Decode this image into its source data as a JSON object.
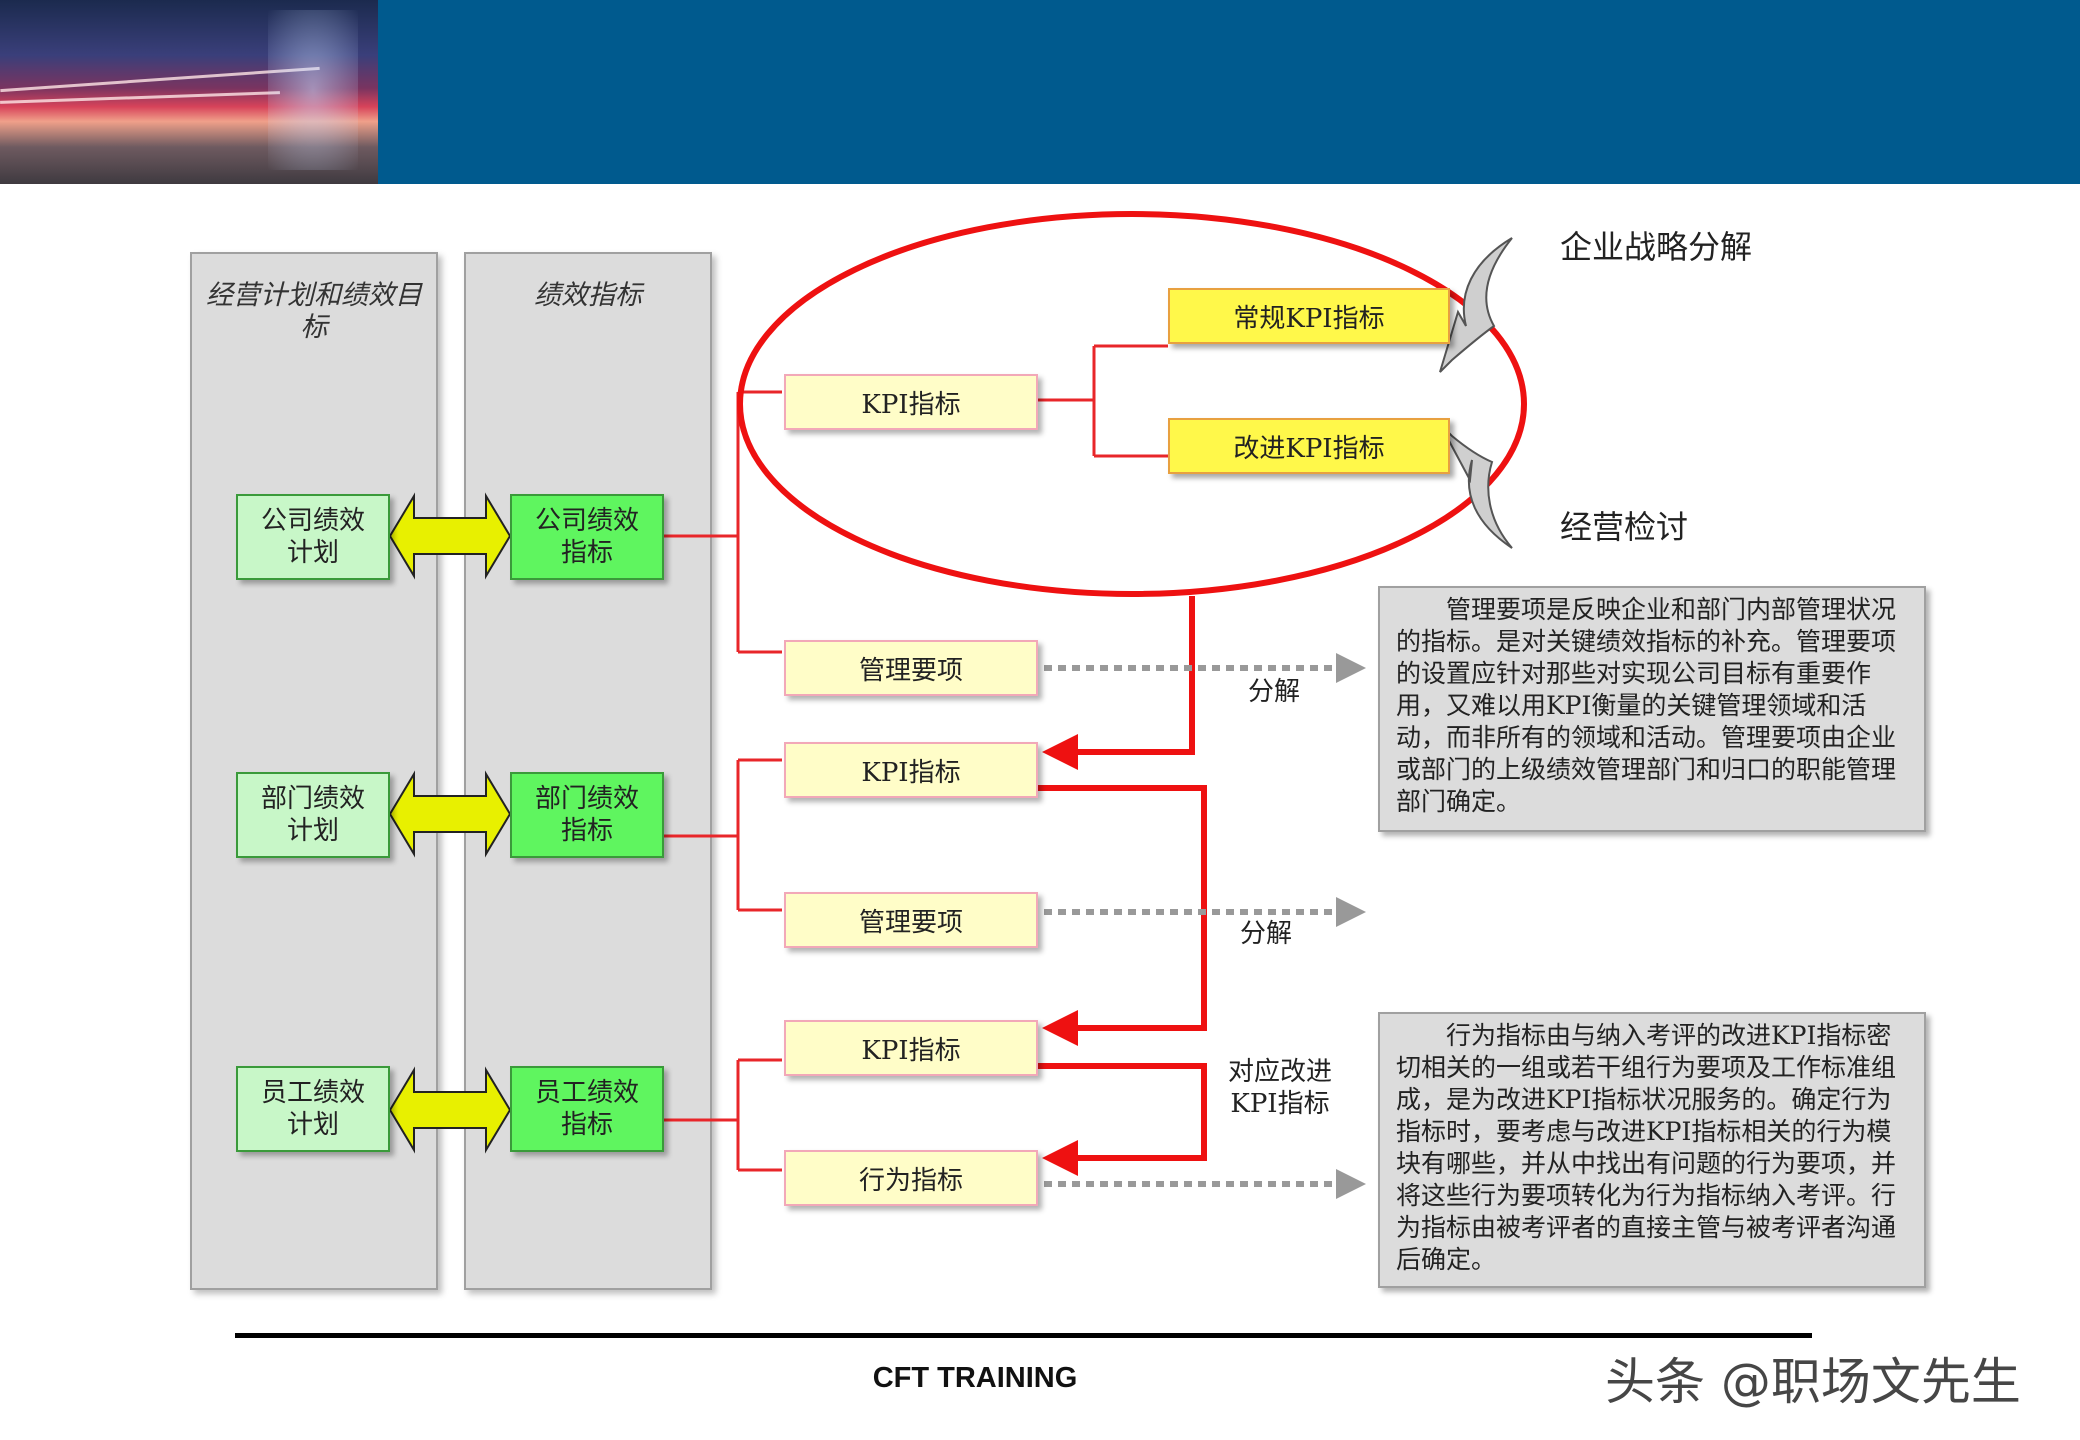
{
  "columns": {
    "plan_title": "经营计划和绩效目标",
    "indicator_title": "绩效指标"
  },
  "plans": [
    {
      "label": "公司绩效计划"
    },
    {
      "label": "部门绩效计划"
    },
    {
      "label": "员工绩效计划"
    }
  ],
  "indicators": [
    {
      "label": "公司绩效指标"
    },
    {
      "label": "部门绩效指标"
    },
    {
      "label": "员工绩效指标"
    }
  ],
  "company_items": {
    "kpi": "KPI指标",
    "mgmt": "管理要项"
  },
  "dept_items": {
    "kpi": "KPI指标",
    "mgmt": "管理要项"
  },
  "employee_items": {
    "kpi": "KPI指标",
    "behavior": "行为指标"
  },
  "kpi_types": {
    "regular": "常规KPI指标",
    "improve": "改进KPI指标"
  },
  "sources": {
    "strategy": "企业战略分解",
    "review": "经营检讨"
  },
  "labels": {
    "decompose_1": "分解",
    "decompose_2": "分解",
    "corresponding": "对应改进KPI指标"
  },
  "notes": {
    "mgmt": "管理要项是反映企业和部门内部管理状况的指标。是对关键绩效指标的补充。管理要项的设置应针对那些对实现公司目标有重要作用，又难以用KPI衡量的关键管理领域和活动，而非所有的领域和活动。管理要项由企业或部门的上级绩效管理部门和归口的职能管理部门确定。",
    "behavior": "行为指标由与纳入考评的改进KPI指标密切相关的一组或若干组行为要项及工作标准组成，是为改进KPI指标状况服务的。确定行为指标时，要考虑与改进KPI指标相关的行为模块有哪些，并从中找出有问题的行为要项，并将这些行为要项转化为行为指标纳入考评。行为指标由被考评者的直接主管与被考评者沟通后确定。"
  },
  "footer": "CFT TRAINING",
  "watermark": "头条 @职场文先生",
  "colors": {
    "banner": "#005a8e",
    "highlight_red": "#ee1111",
    "connector_red": "#e8262a",
    "kpi_yellow": "#fff84a",
    "green_light": "#c8f7c8",
    "green_bright": "#5ff55f",
    "arrow_yellow": "#e6f000"
  }
}
